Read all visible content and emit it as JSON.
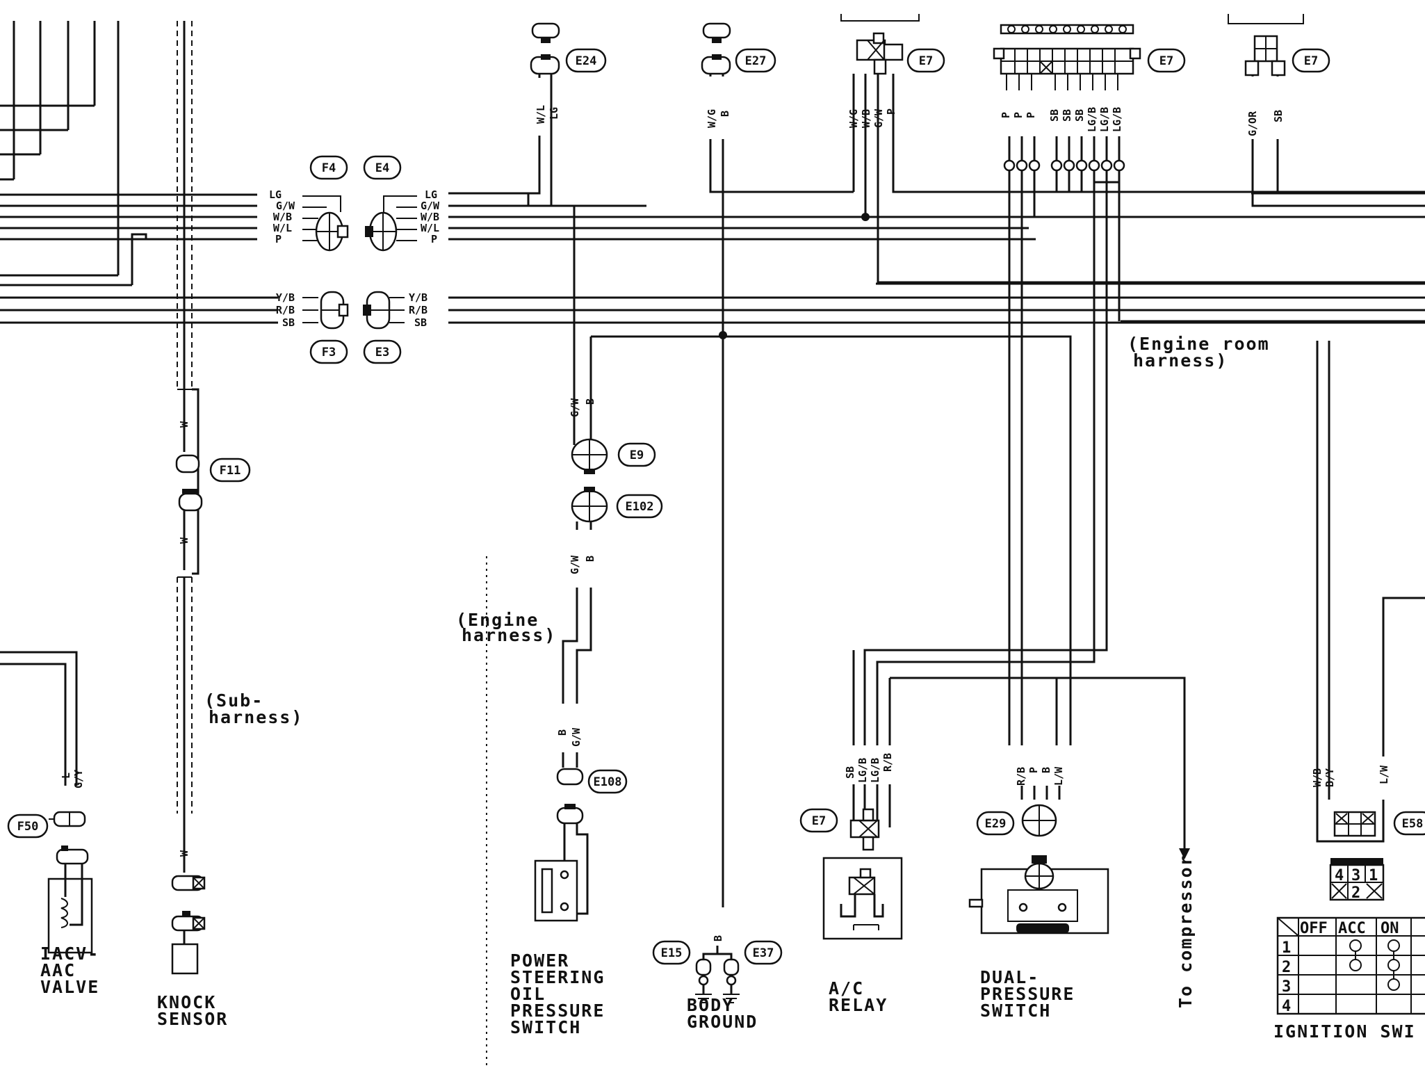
{
  "connectors": {
    "E24": "E24",
    "E27": "E27",
    "E7": "E7",
    "F4": "F4",
    "E4": "E4",
    "F3": "F3",
    "E3": "E3",
    "F11": "F11",
    "E9": "E9",
    "E102": "E102",
    "E108": "E108",
    "F50": "F50",
    "E15": "E15",
    "E37": "E37",
    "E29": "E29",
    "E58": "E58"
  },
  "wires": {
    "lg": "LG",
    "gw": "G/W",
    "wb": "W/B",
    "wl": "W/L",
    "p": "P",
    "yb": "Y/B",
    "rb": "R/B",
    "sb": "SB",
    "w": "W",
    "b": "B",
    "wg": "W/G",
    "lgb": "LG/B",
    "gor": "G/OR",
    "l": "L",
    "gy": "G/Y",
    "lw": "L/W",
    "by": "B/Y"
  },
  "harness": {
    "engine_room": [
      "(Engine room",
      "harness)"
    ],
    "engine": [
      "(Engine",
      "harness)"
    ],
    "sub": [
      "(Sub-",
      "harness)"
    ]
  },
  "components": {
    "iacv": [
      "IACV-",
      "AAC",
      "VALVE"
    ],
    "knock": [
      "KNOCK",
      "SENSOR"
    ],
    "ps_switch": [
      "POWER",
      "STEERING",
      "OIL",
      "PRESSURE",
      "SWITCH"
    ],
    "body_ground": [
      "BODY",
      "GROUND"
    ],
    "ac_relay": [
      "A/C",
      "RELAY"
    ],
    "dual_switch": [
      "DUAL-",
      "PRESSURE",
      "SWITCH"
    ],
    "compressor": "To compressor",
    "ignition": "IGNITION SWI"
  },
  "ignition_table": {
    "headers": [
      "OFF",
      "ACC",
      "ON"
    ],
    "rows": [
      "1",
      "2",
      "3",
      "4"
    ],
    "pins": [
      "4",
      "3",
      "1",
      "2"
    ]
  }
}
